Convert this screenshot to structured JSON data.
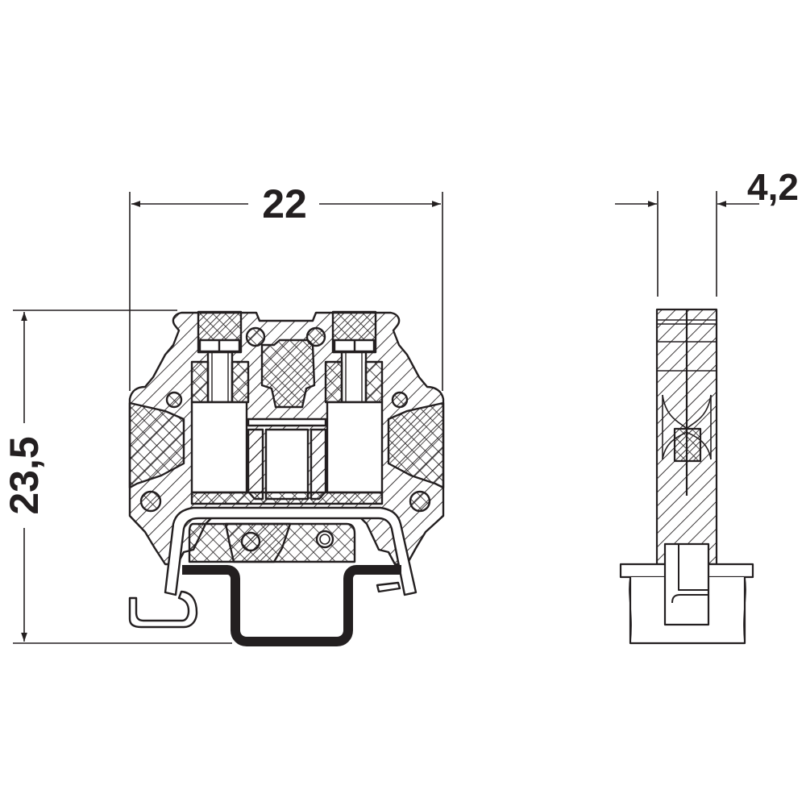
{
  "drawing": {
    "type": "dimension drawing",
    "subject": "DIN-rail terminal block (front and side view)",
    "units": "mm",
    "line_color": "#231f20",
    "background": "#ffffff"
  },
  "dimensions": {
    "width": {
      "label": "22",
      "value": 22,
      "orientation": "horizontal",
      "view": "front"
    },
    "height": {
      "label": "23,5",
      "value": 23.5,
      "orientation": "vertical",
      "view": "front"
    },
    "thickness": {
      "label": "4,2",
      "value": 4.2,
      "orientation": "horizontal",
      "view": "side"
    }
  },
  "views": [
    {
      "id": "front-view",
      "description": "Sectional front view with two screw clamps, cross-hatched insulation housing and DIN rail"
    },
    {
      "id": "side-view",
      "description": "Side view of the terminal block mounted on the DIN rail"
    }
  ]
}
